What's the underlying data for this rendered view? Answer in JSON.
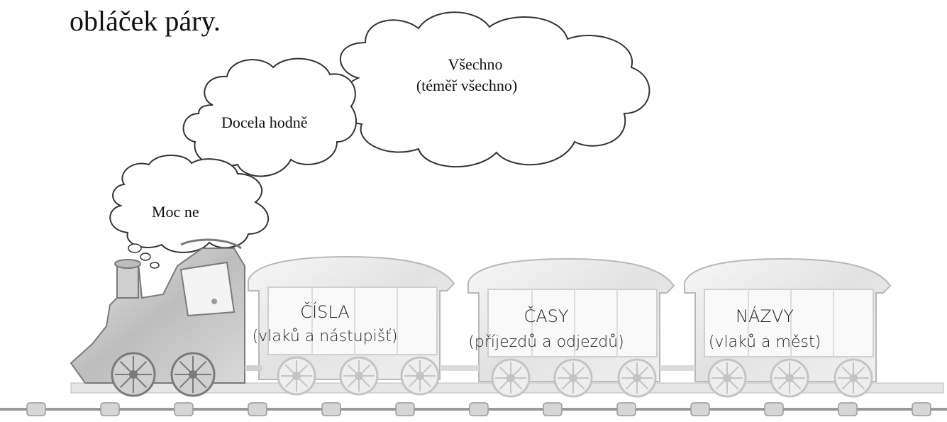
{
  "caption": "obláček páry.",
  "clouds": {
    "all_line1": "Všechno",
    "all_line2": "(téměř všechno)",
    "quite_a_lot": "Docela hodně",
    "not_much": "Moc ne"
  },
  "wagons": [
    {
      "title": "ČÍSLA",
      "subtitle": "(vlaků a nástupišť)"
    },
    {
      "title": "ČASY",
      "subtitle": "(příjezdů a odjezdů)"
    },
    {
      "title": "NÁZVY",
      "subtitle": "(vlaků a měst)"
    }
  ],
  "colors": {
    "cloud_fill": "#ffffff",
    "cloud_stroke": "#333333",
    "train_light": "#eeeeee",
    "train_mid": "#cfcfcf",
    "train_dark": "#8a8a8a",
    "track": "#9a9a9a"
  }
}
